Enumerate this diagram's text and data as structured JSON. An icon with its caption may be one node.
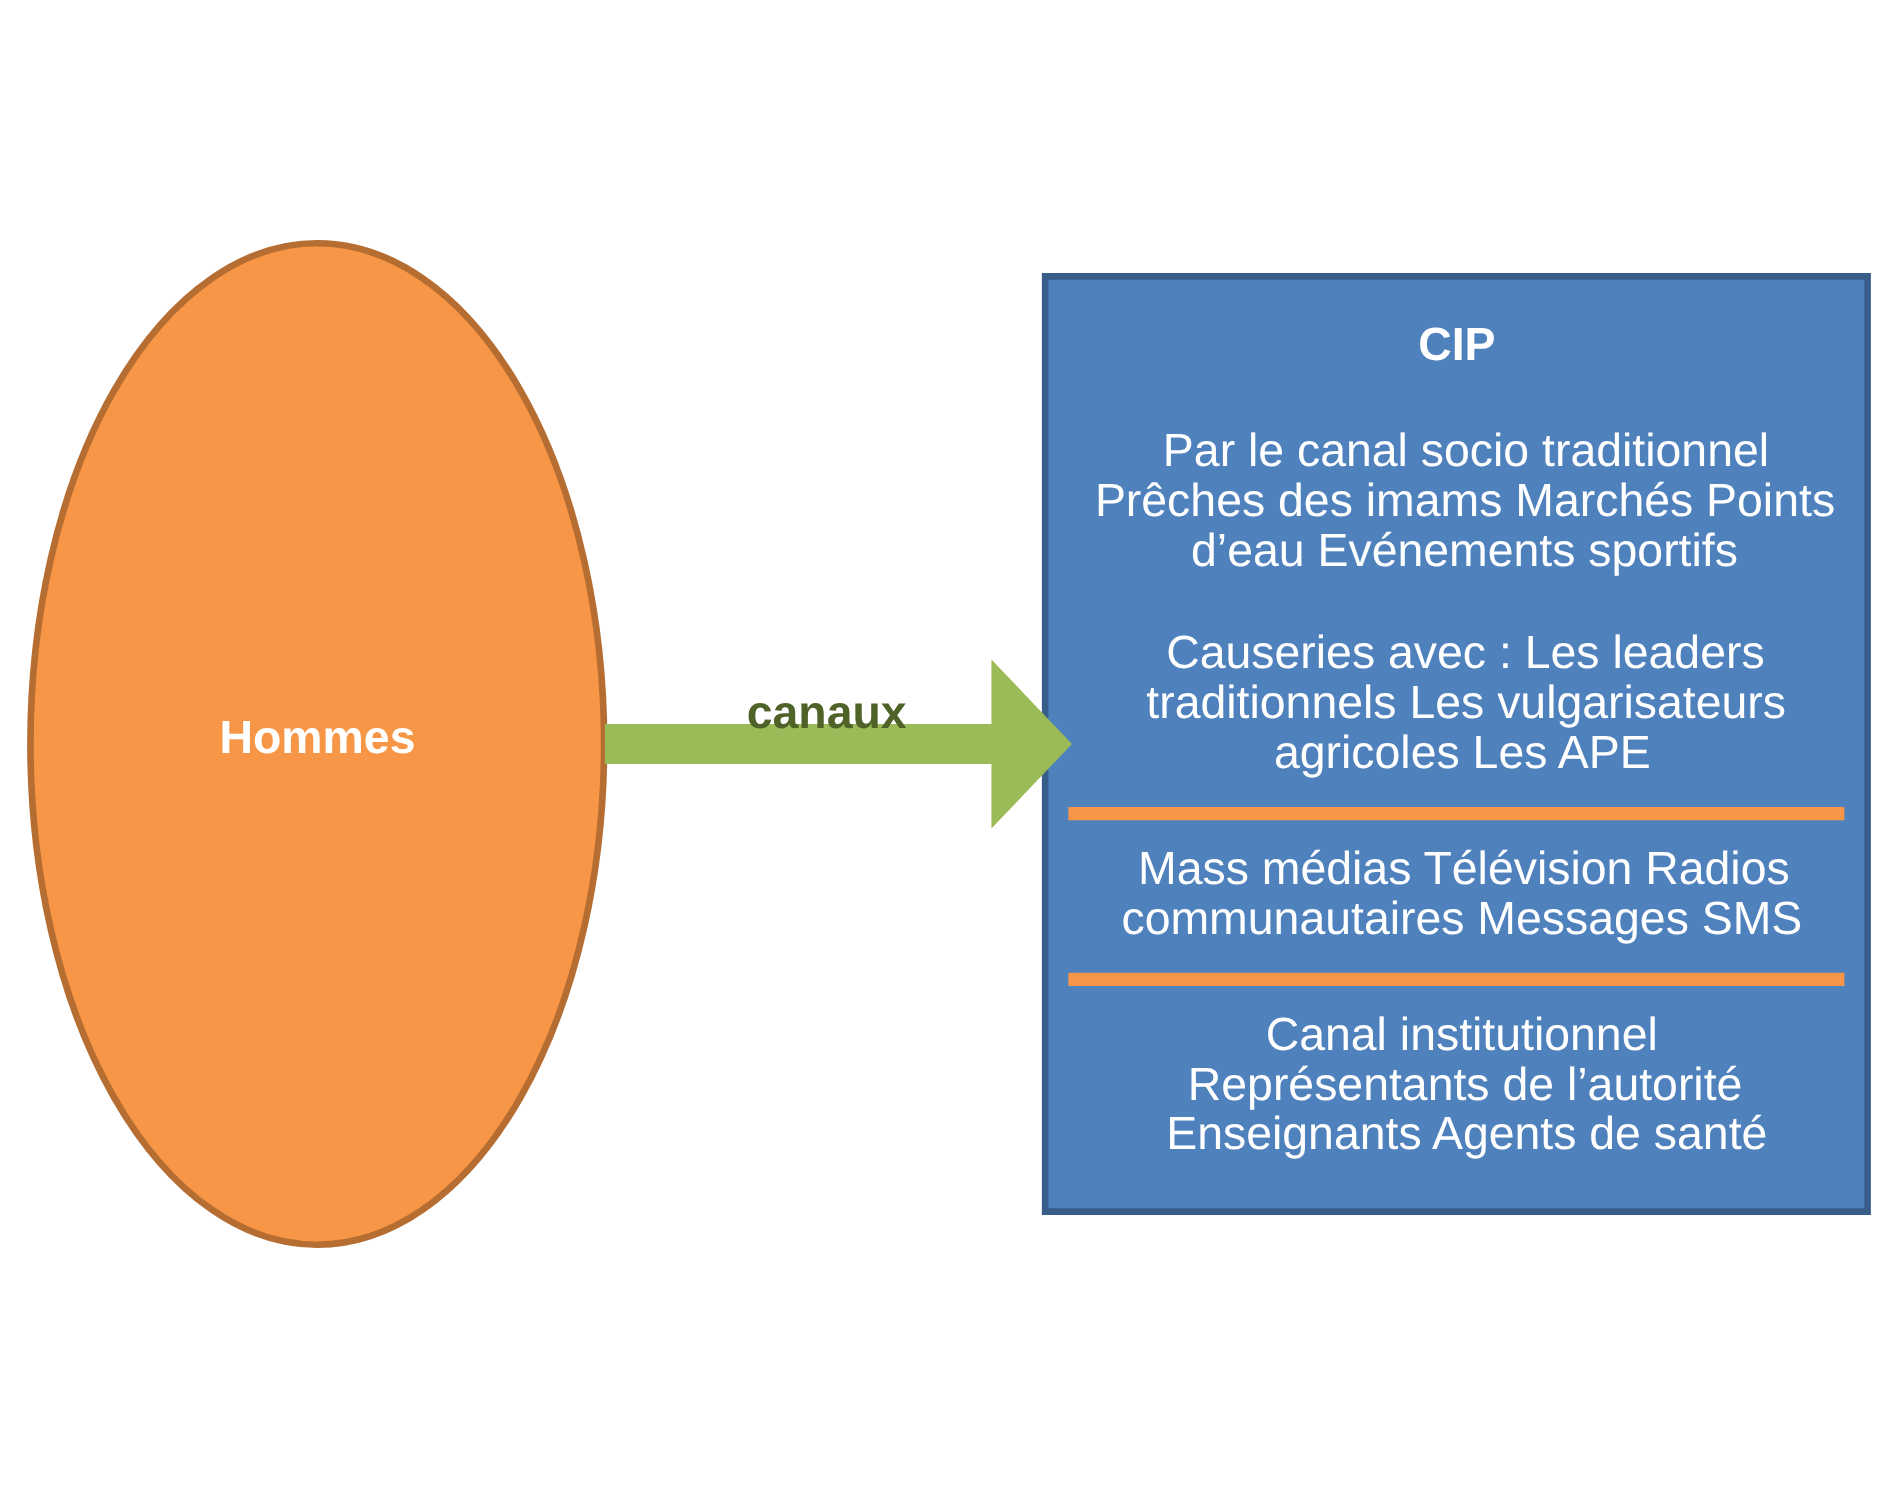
{
  "diagram": {
    "nodes": [
      {
        "text": [
          "Hommes"
        ]
      },
      {
        "text": [
          "CIP",
          "Par le canal socio traditionnel Prêches des imams Marchés Points d’eau Evénements sportifs",
          "Causeries avec : Les leaders traditionnels Les vulgarisateurs agricoles Les APE",
          "Mass médias Télévision Radios communautaires Messages SMS",
          "Canal institutionnel Représentants de l’autorité Enseignants Agents de santé"
        ]
      }
    ],
    "edges": [
      {
        "from": 0,
        "to": 1,
        "arrow": "to",
        "label": "canaux",
        "color": "#9bbb59"
      }
    ]
  }
}
